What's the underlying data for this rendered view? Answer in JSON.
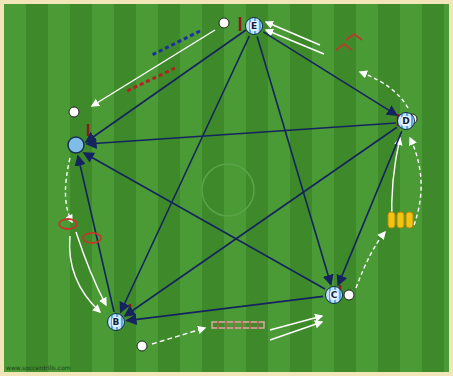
{
  "diagram": {
    "nodes": [
      {
        "text": [
          "E"
        ]
      },
      {
        "text": [
          "D"
        ]
      },
      {
        "text": [
          "C"
        ]
      },
      {
        "text": [
          "B"
        ]
      }
    ],
    "edges": [
      {
        "from": 0,
        "to": 1,
        "arrow": "to"
      },
      {
        "from": 1,
        "to": 2,
        "arrow": "to"
      },
      {
        "from": 2,
        "to": 3,
        "arrow": "to"
      },
      {
        "from": 0,
        "to": 3,
        "arrow": "to"
      },
      {
        "from": 0,
        "to": 2,
        "arrow": "to"
      },
      {
        "from": 1,
        "to": 3,
        "arrow": "to"
      }
    ],
    "labels": [
      "www.soccerdrills.com"
    ]
  }
}
